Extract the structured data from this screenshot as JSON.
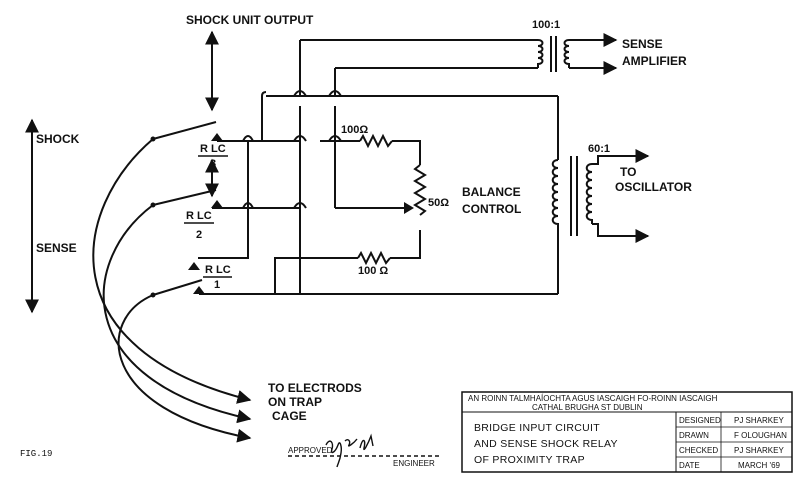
{
  "labels": {
    "shock_unit_output": "SHOCK UNIT OUTPUT",
    "shock": "SHOCK",
    "sense": "SENSE",
    "sense_amp_1": "SENSE",
    "sense_amp_2": "AMPLIFIER",
    "ratio_top": "100:1",
    "ratio_right": "60:1",
    "to_osc_1": "TO",
    "to_osc_2": "OSCILLATOR",
    "res_top": "100Ω",
    "res_bottom": "100 Ω",
    "pot_value": "50Ω",
    "balance_1": "BALANCE",
    "balance_2": "CONTROL",
    "rlc3_a": "R LC",
    "rlc3_b": "3",
    "rlc2_a": "R LC",
    "rlc2_b": "2",
    "rlc1_a": "R LC",
    "rlc1_b": "1",
    "electrodes_1": "TO ELECTRODS",
    "electrodes_2": "ON TRAP",
    "electrodes_3": "CAGE",
    "fig": "FIG.19",
    "approved": "APPROVED",
    "engineer": "ENGINEER"
  },
  "title_block": {
    "org_line1": "AN ROINN TALMHAÍOCHTA AGUS IASCAIGH FO-ROINN IASCAIGH",
    "org_line2": "CATHAL BRUGHA ST DUBLIN",
    "title_line1": "BRIDGE INPUT CIRCUIT",
    "title_line2": "AND SENSE SHOCK RELAY",
    "title_line3": "OF PROXIMITY TRAP",
    "designed_label": "DESIGNED",
    "designed_value": "PJ SHARKEY",
    "drawn_label": "DRAWN",
    "drawn_value": "F OLOUGHAN",
    "checked_label": "CHECKED",
    "checked_value": "PJ SHARKEY",
    "date_label": "DATE",
    "date_value": "MARCH '69"
  }
}
